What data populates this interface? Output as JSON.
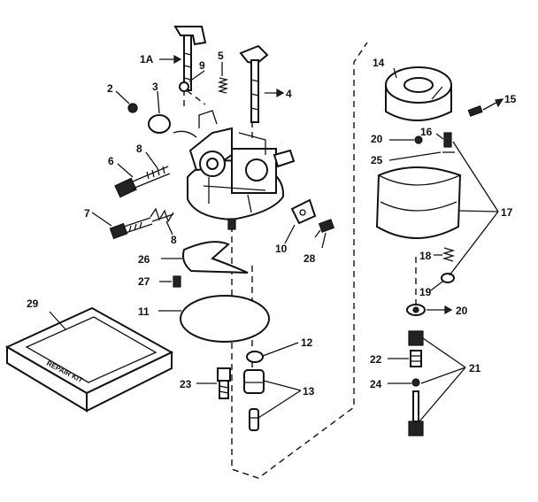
{
  "kit": {
    "text": "REPAIR KIT"
  },
  "labels": {
    "l1a": "1A",
    "l2": "2",
    "l3": "3",
    "l4": "4",
    "l5": "5",
    "l6": "6",
    "l7": "7",
    "l8a": "8",
    "l8b": "8",
    "l9": "9",
    "l10": "10",
    "l11": "11",
    "l12": "12",
    "l13": "13",
    "l14": "14",
    "l15": "15",
    "l16": "16",
    "l17": "17",
    "l18": "18",
    "l19": "19",
    "l20a": "20",
    "l20b": "20",
    "l21": "21",
    "l22": "22",
    "l23": "23",
    "l24": "24",
    "l25": "25",
    "l26": "26",
    "l27": "27",
    "l28": "28",
    "l29": "29"
  }
}
